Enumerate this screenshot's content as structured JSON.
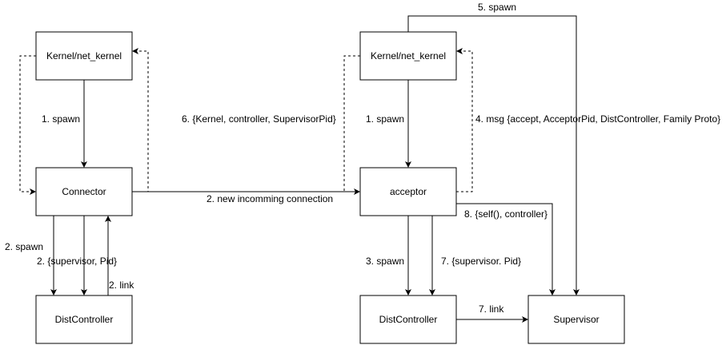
{
  "nodes": {
    "left_kernel": "Kernel/net_kernel",
    "connector": "Connector",
    "left_distcontroller": "DistController",
    "right_kernel": "Kernel/net_kernel",
    "acceptor": "acceptor",
    "right_distcontroller": "DistController",
    "supervisor": "Supervisor"
  },
  "edges": {
    "left_spawn": "1. spawn",
    "left_spawn_dist": "2. spawn",
    "left_supervisor_pid": "2. {supervisor, Pid}",
    "left_link": "2. link",
    "new_connection": "2. new incomming connection",
    "kernel_controller": "6. {Kernel, controller, SupervisorPid}",
    "right_spawn": "1. spawn",
    "accept_msg": "4. msg {accept, AcceptorPid, DistController, Family Proto}",
    "spawn_supervisor": "5. spawn",
    "self_controller": "8. {self(), controller}",
    "right_spawn_dist": "3. spawn",
    "right_supervisor_pid": "7. {supervisor. Pid}",
    "right_link": "7. link"
  }
}
